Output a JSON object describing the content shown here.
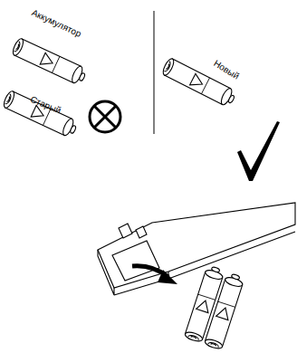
{
  "diagram": {
    "labels": [
      "Аккумулятор",
      "Старый",
      "Новый"
    ]
  }
}
